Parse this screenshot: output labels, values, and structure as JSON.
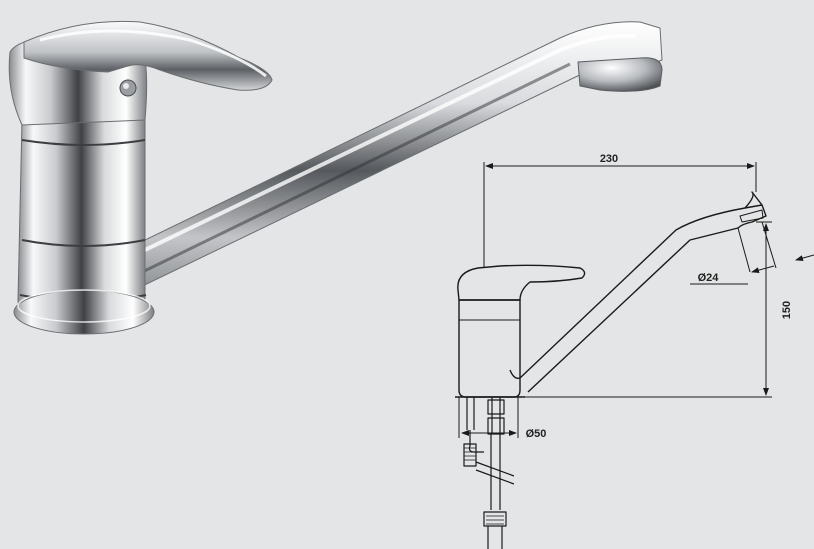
{
  "dimensions": {
    "spout_reach": "230",
    "height": "150",
    "aerator_diameter": "Ø24",
    "base_diameter": "Ø50"
  },
  "colors": {
    "background": "#e4e5e6",
    "line": "#1a1a1a",
    "chrome_light": "#f4f5f6",
    "chrome_dark": "#4a4c50"
  }
}
